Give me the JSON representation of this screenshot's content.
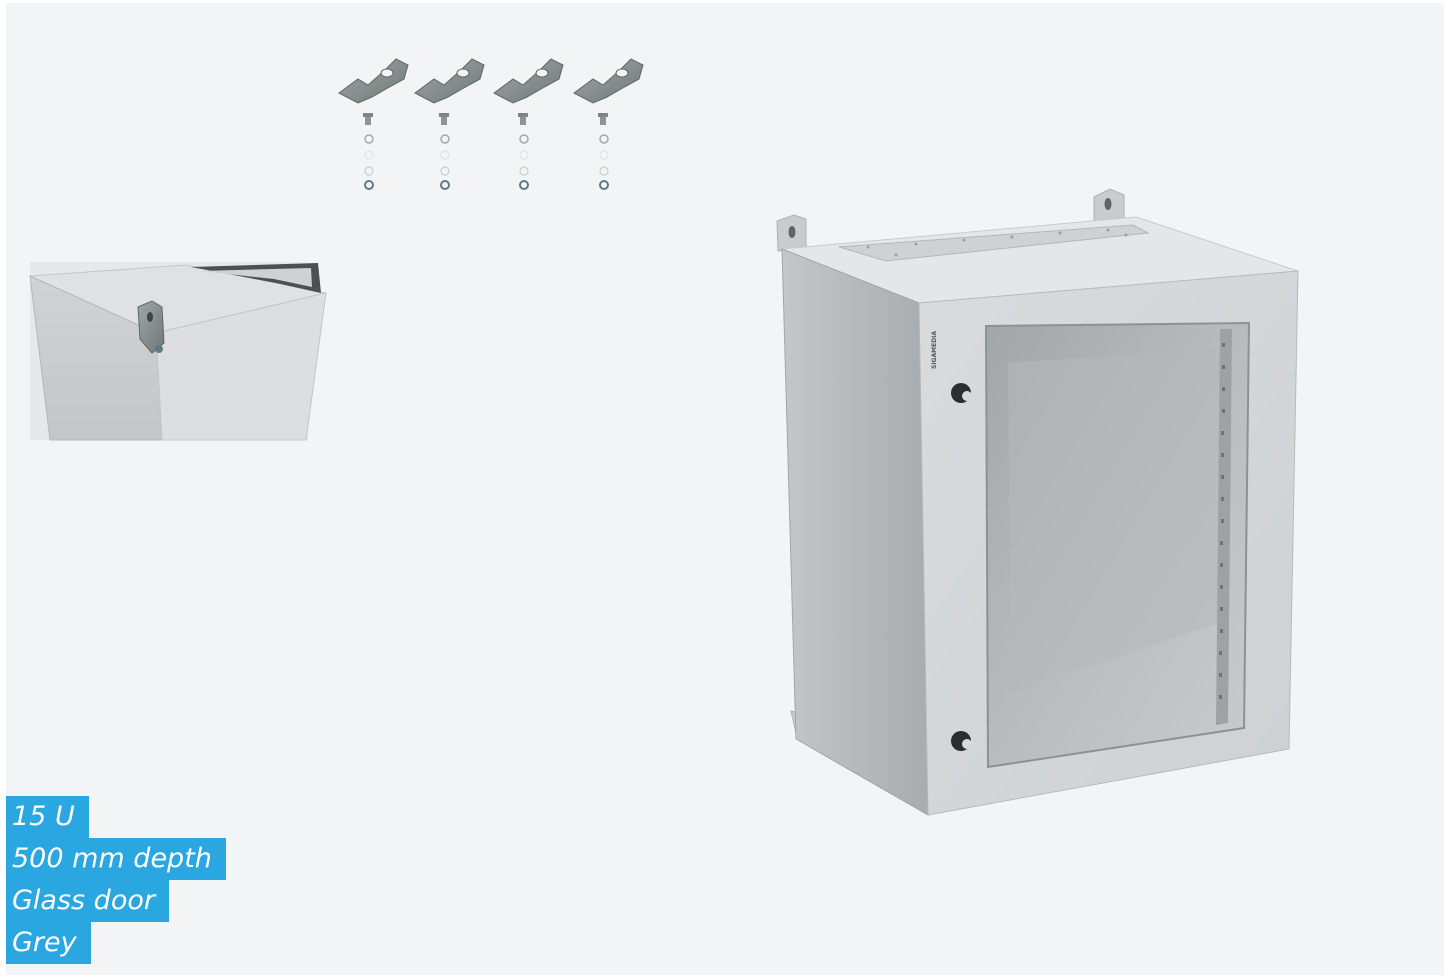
{
  "image": {
    "background_color": "#f3f4f6",
    "objects": [
      "enclosure-cabinet",
      "mounting-bracket-kit",
      "enclosure-top-detail"
    ]
  },
  "cabinet": {
    "brand_mark": "SIGAMEDIA",
    "door": "glass",
    "finish_color": "#d7d9db"
  },
  "bracket_kit": {
    "bracket_count": 4
  },
  "specs": {
    "accent_color": "#2aa6e0",
    "items": [
      "15 U",
      "500 mm depth",
      "Glass door",
      "Grey"
    ]
  }
}
